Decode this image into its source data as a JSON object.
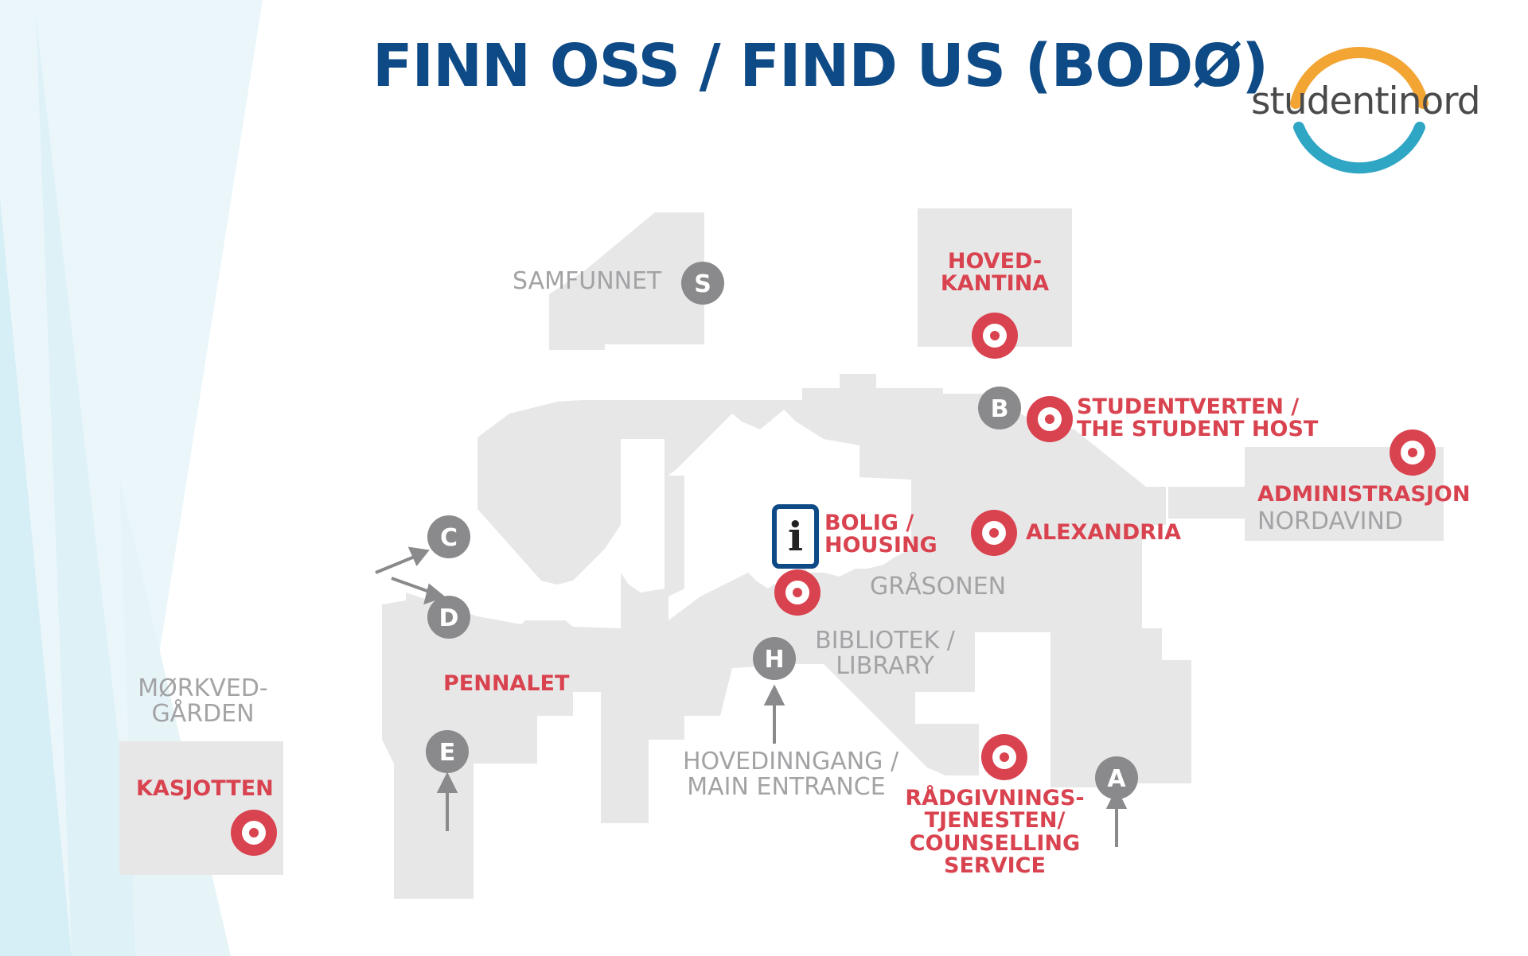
{
  "title": "FINN OSS / FIND US (BODØ)",
  "logo": {
    "text": "studentinord",
    "ring_top_color": "#f3a533",
    "ring_bottom_color": "#2fa6c4"
  },
  "colors": {
    "title": "#0d4a86",
    "red": "#d9434f",
    "gray_text": "#a3a3a6",
    "building": "#e8e7e8",
    "marker_gray": "#8a8a8c"
  },
  "places": {
    "samfunnet": "SAMFUNNET",
    "hovedkantina": [
      "HOVED-",
      "KANTINA"
    ],
    "studentverten": [
      "STUDENTVERTEN /",
      "THE STUDENT HOST"
    ],
    "administrasjon": "ADMINISTRASJON",
    "nordavind": "NORDAVIND",
    "bolig": [
      "BOLIG /",
      "HOUSING"
    ],
    "alexandria": "ALEXANDRIA",
    "grasonen": "GRÅSONEN",
    "bibliotek": [
      "BIBLIOTEK /",
      "LIBRARY"
    ],
    "hovedinngang": [
      "HOVEDINNGANG /",
      "MAIN ENTRANCE"
    ],
    "pennalet": "PENNALET",
    "morkvedgarden": [
      "MØRKVED-",
      "GÅRDEN"
    ],
    "kasjotten": "KASJOTTEN",
    "radgivning": [
      "RÅDGIVNINGS-",
      "TJENESTEN/",
      "COUNSELLING",
      "SERVICE"
    ]
  },
  "entrances": {
    "s": "S",
    "b": "B",
    "c": "C",
    "d": "D",
    "e": "E",
    "h": "H",
    "a": "A"
  },
  "info_icon": {
    "glyph": "i",
    "icon": "info-icon"
  },
  "target_icon": "target-pin-icon"
}
